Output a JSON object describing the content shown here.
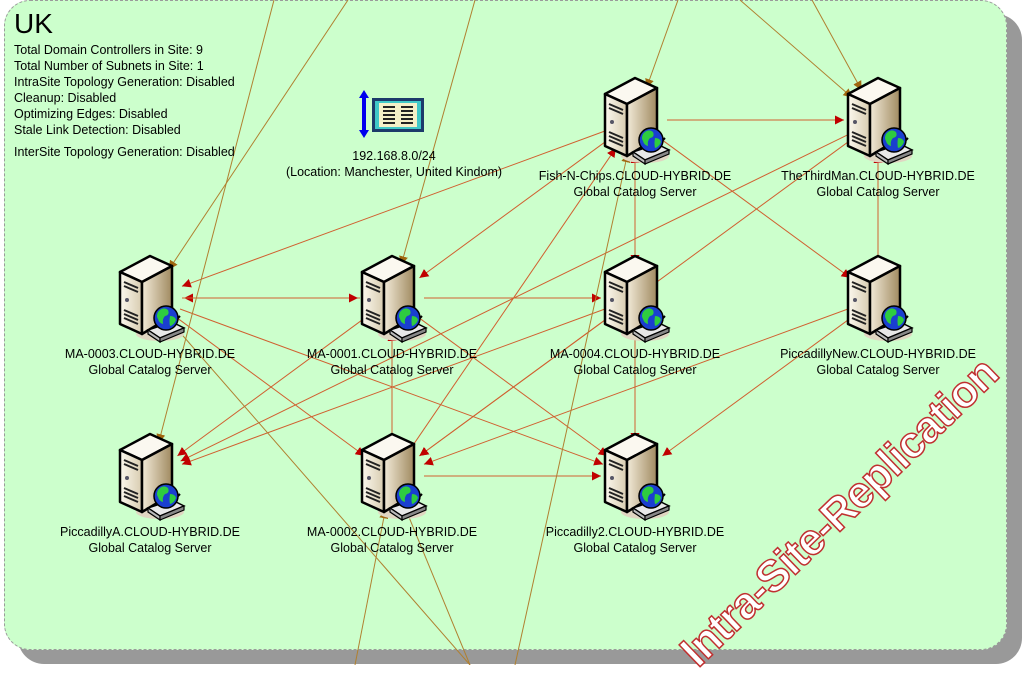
{
  "site": {
    "name": "UK",
    "info": [
      "Total Domain Controllers in Site: 9",
      "Total Number of Subnets in Site: 1",
      "IntraSite Topology Generation: Disabled",
      "Cleanup: Disabled",
      "Optimizing Edges: Disabled",
      "Stale Link Detection: Disabled"
    ],
    "intersite": "InterSite Topology Generation: Disabled"
  },
  "subnet": {
    "icon": "subnet-icon",
    "address": "192.168.8.0/24",
    "location": "(Location: Manchester, United Kindom)"
  },
  "servers": [
    {
      "id": "fish",
      "name": "Fish-N-Chips.CLOUD-HYBRID.DE",
      "role": "Global Catalog Server",
      "icon": "server-icon"
    },
    {
      "id": "third",
      "name": "TheThirdMan.CLOUD-HYBRID.DE",
      "role": "Global Catalog Server",
      "icon": "server-icon"
    },
    {
      "id": "ma3",
      "name": "MA-0003.CLOUD-HYBRID.DE",
      "role": "Global Catalog Server",
      "icon": "server-icon"
    },
    {
      "id": "ma1",
      "name": "MA-0001.CLOUD-HYBRID.DE",
      "role": "Global Catalog Server",
      "icon": "server-icon"
    },
    {
      "id": "ma4",
      "name": "MA-0004.CLOUD-HYBRID.DE",
      "role": "Global Catalog Server",
      "icon": "server-icon"
    },
    {
      "id": "pnew",
      "name": "PiccadillyNew.CLOUD-HYBRID.DE",
      "role": "Global Catalog Server",
      "icon": "server-icon"
    },
    {
      "id": "pa",
      "name": "PiccadillyA.CLOUD-HYBRID.DE",
      "role": "Global Catalog Server",
      "icon": "server-icon"
    },
    {
      "id": "ma2",
      "name": "MA-0002.CLOUD-HYBRID.DE",
      "role": "Global Catalog Server",
      "icon": "server-icon"
    },
    {
      "id": "p2",
      "name": "Piccadilly2.CLOUD-HYBRID.DE",
      "role": "Global Catalog Server",
      "icon": "server-icon"
    }
  ],
  "connections": [
    [
      "ma1",
      "ma3"
    ],
    [
      "ma3",
      "ma1"
    ],
    [
      "fish",
      "ma3"
    ],
    [
      "fish",
      "ma1"
    ],
    [
      "fish",
      "third"
    ],
    [
      "fish",
      "ma4"
    ],
    [
      "fish",
      "pnew"
    ],
    [
      "third",
      "pa"
    ],
    [
      "ma4",
      "pa"
    ],
    [
      "ma1",
      "pa"
    ],
    [
      "ma4",
      "ma2"
    ],
    [
      "pnew",
      "ma2"
    ],
    [
      "third",
      "ma2"
    ],
    [
      "ma3",
      "ma2"
    ],
    [
      "ma1",
      "p2"
    ],
    [
      "pnew",
      "p2"
    ],
    [
      "ma2",
      "p2"
    ],
    [
      "ma4",
      "p2"
    ],
    [
      "p2",
      "fish"
    ],
    [
      "ma2",
      "fish"
    ],
    [
      "ma1",
      "ma4"
    ],
    [
      "ma3",
      "p2"
    ],
    [
      "pnew",
      "third"
    ],
    [
      "ma2",
      "ma1"
    ]
  ],
  "watermark": "Intra-Site-Replication",
  "colors": {
    "panel": "#CCFFCC",
    "shadow": "#999999",
    "intra_link": "#D06030",
    "inter_link": "#B08030",
    "arrow": "#C00000"
  }
}
